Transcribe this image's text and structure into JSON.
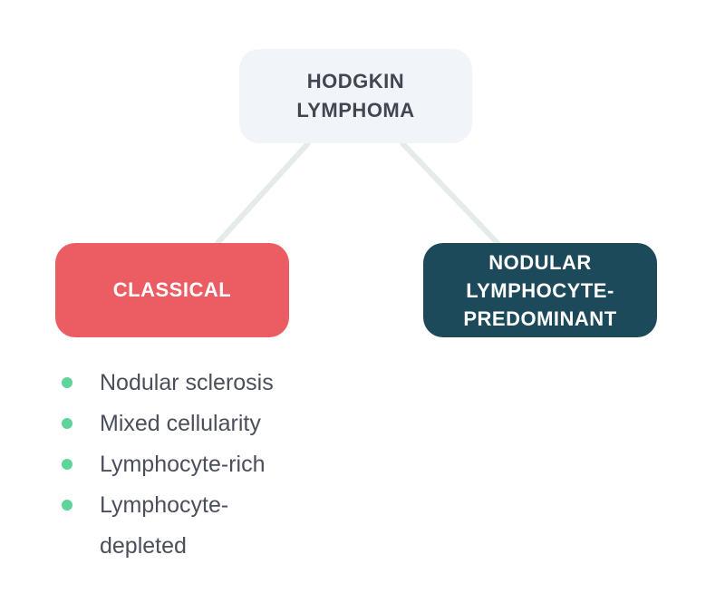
{
  "root": {
    "label": "HODGKIN\nLYMPHOMA"
  },
  "branches": [
    {
      "label": "CLASSICAL"
    },
    {
      "label": "NODULAR\nLYMPHOCYTE-\nPREDOMINANT"
    }
  ],
  "subtypes": [
    {
      "label": "Nodular sclerosis"
    },
    {
      "label": "Mixed cellularity"
    },
    {
      "label": "Lymphocyte-rich"
    },
    {
      "label": "Lymphocyte-\ndepleted"
    }
  ],
  "colors": {
    "root_bg": "#f1f5f9",
    "classical_bg": "#ec5c63",
    "nodular_bg": "#1d4a5b",
    "connector": "#e4ebe8",
    "bullet": "#5ed39a"
  }
}
